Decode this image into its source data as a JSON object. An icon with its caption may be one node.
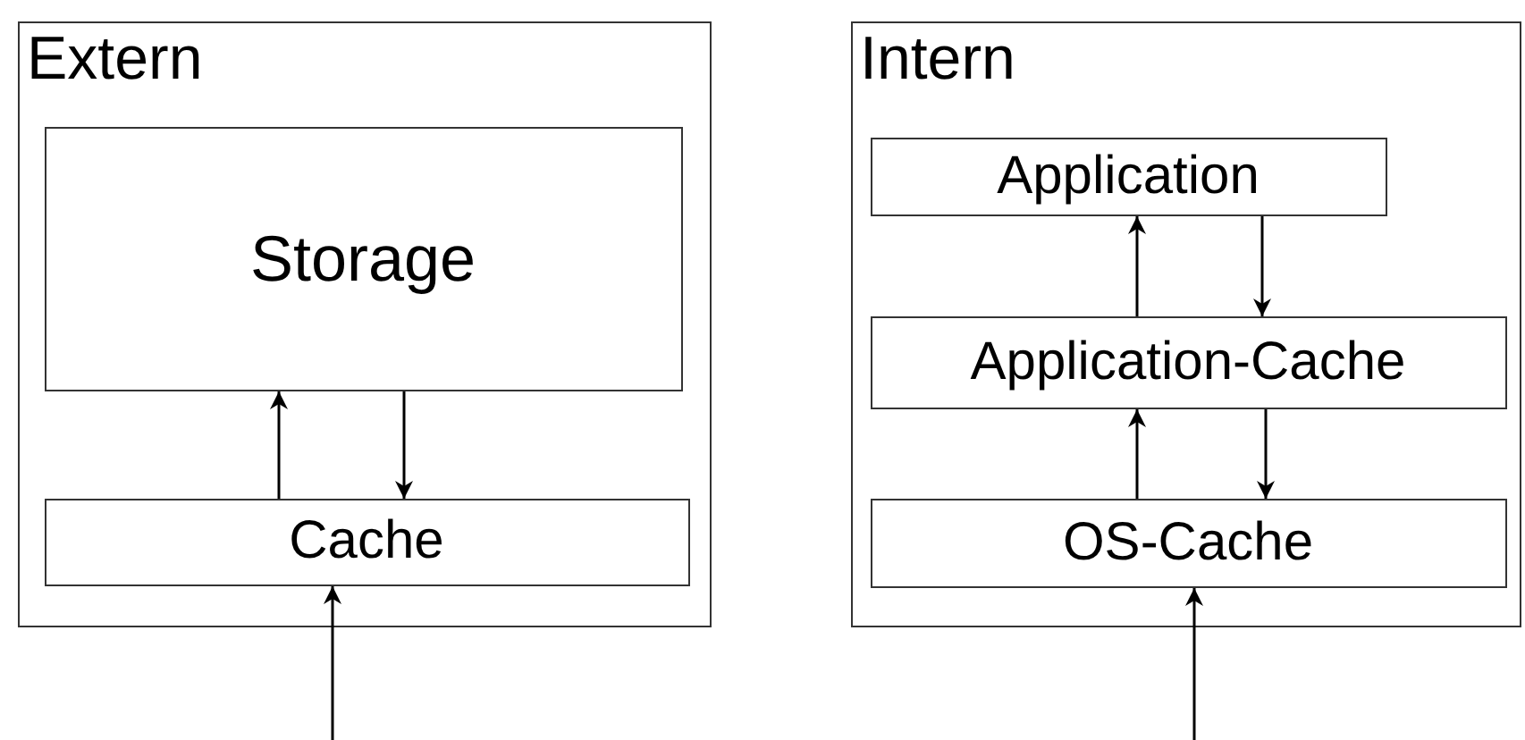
{
  "diagram": {
    "nodes": [
      {
        "text": [
          "Extern"
        ]
      },
      {
        "text": [
          "Storage"
        ],
        "in": 0
      },
      {
        "text": [
          "Cache"
        ],
        "in": 0
      },
      {
        "text": [
          "Intern"
        ]
      },
      {
        "text": [
          "Application"
        ],
        "in": 3
      },
      {
        "text": [
          "Application-Cache"
        ],
        "in": 3
      },
      {
        "text": [
          "OS-Cache"
        ],
        "in": 3
      }
    ],
    "edges": [
      {
        "from": 2,
        "to": 1,
        "arrow": "to"
      },
      {
        "from": 1,
        "to": 2,
        "arrow": "to"
      },
      {
        "from": null,
        "to": 2,
        "arrow": "to"
      },
      {
        "from": 5,
        "to": 4,
        "arrow": "to"
      },
      {
        "from": 4,
        "to": 5,
        "arrow": "to"
      },
      {
        "from": 6,
        "to": 5,
        "arrow": "to"
      },
      {
        "from": 5,
        "to": 6,
        "arrow": "to"
      },
      {
        "from": null,
        "to": 6,
        "arrow": "to"
      }
    ]
  }
}
